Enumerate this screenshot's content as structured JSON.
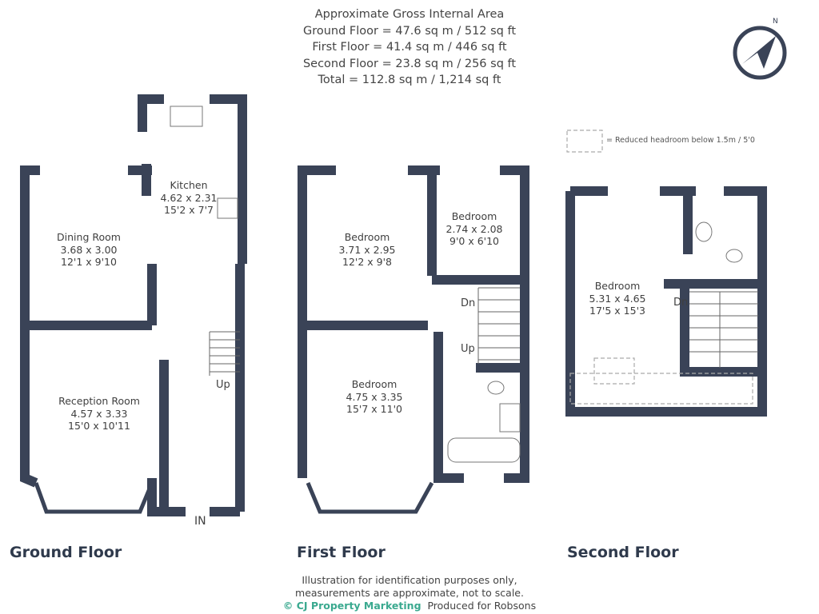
{
  "area": {
    "title": "Approximate Gross Internal Area",
    "ground": "Ground Floor = 47.6 sq m / 512 sq ft",
    "first": "First Floor = 41.4 sq m / 446 sq ft",
    "second": "Second Floor = 23.8 sq m / 256 sq ft",
    "total": "Total = 112.8 sq m / 1,214 sq ft"
  },
  "legend": {
    "text": "= Reduced headroom below 1.5m / 5'0"
  },
  "compass": {
    "label": "N",
    "icon": "north-arrow-icon"
  },
  "colors": {
    "wall": "#3a4357",
    "brand": "#3aa98f"
  },
  "ground_floor": {
    "label": "Ground Floor",
    "rooms": [
      {
        "name": "Kitchen",
        "metric": "4.62 x 2.31",
        "imperial": "15'2 x 7'7"
      },
      {
        "name": "Dining Room",
        "metric": "3.68 x 3.00",
        "imperial": "12'1 x 9'10"
      },
      {
        "name": "Reception Room",
        "metric": "4.57 x 3.33",
        "imperial": "15'0 x 10'11"
      }
    ],
    "stairs": "Up",
    "entrance": "IN"
  },
  "first_floor": {
    "label": "First Floor",
    "rooms": [
      {
        "name": "Bedroom",
        "metric": "3.71 x 2.95",
        "imperial": "12'2 x 9'8"
      },
      {
        "name": "Bedroom",
        "metric": "2.74 x 2.08",
        "imperial": "9'0 x 6'10"
      },
      {
        "name": "Bedroom",
        "metric": "4.75 x 3.35",
        "imperial": "15'7 x 11'0"
      }
    ],
    "stairs_down": "Dn",
    "stairs_up": "Up"
  },
  "second_floor": {
    "label": "Second Floor",
    "rooms": [
      {
        "name": "Bedroom",
        "metric": "5.31 x 4.65",
        "imperial": "17'5 x 15'3"
      }
    ],
    "stairs_down": "Dn"
  },
  "footer": {
    "line1": "Illustration for identification purposes only,",
    "line2": "measurements are approximate, not to scale.",
    "brand": "© CJ Property Marketing",
    "produced": "Produced for Robsons"
  }
}
